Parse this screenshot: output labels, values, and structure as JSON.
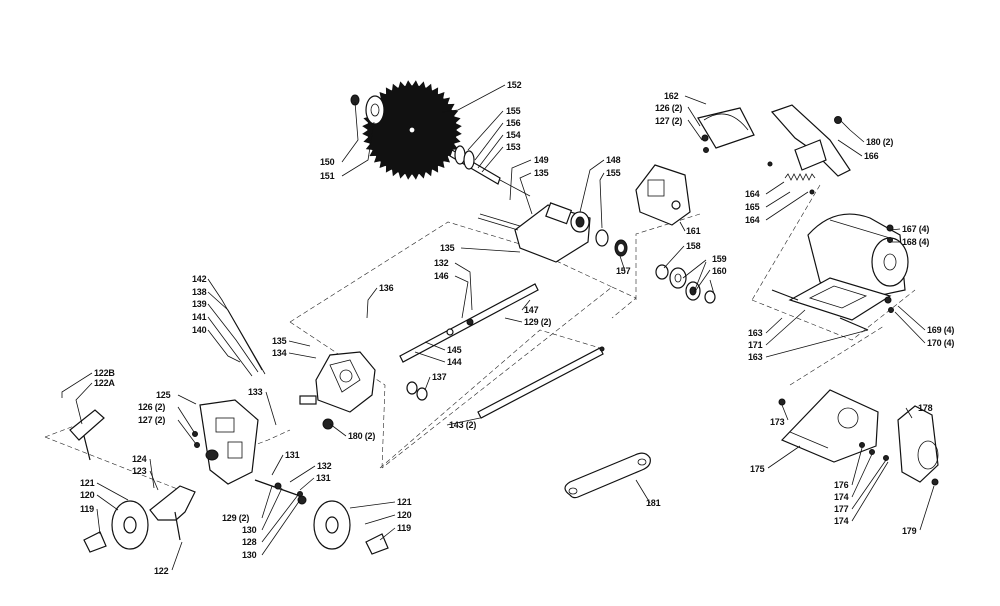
{
  "diagram": {
    "colors": {
      "ink": "#111111",
      "paper": "#ffffff"
    },
    "labels": [
      {
        "id": "l152",
        "text": "152"
      },
      {
        "id": "l155a",
        "text": "155"
      },
      {
        "id": "l156",
        "text": "156"
      },
      {
        "id": "l154",
        "text": "154"
      },
      {
        "id": "l153",
        "text": "153"
      },
      {
        "id": "l149",
        "text": "149"
      },
      {
        "id": "l135a",
        "text": "135"
      },
      {
        "id": "l148",
        "text": "148"
      },
      {
        "id": "l155b",
        "text": "155"
      },
      {
        "id": "l150",
        "text": "150"
      },
      {
        "id": "l151",
        "text": "151"
      },
      {
        "id": "l162",
        "text": "162"
      },
      {
        "id": "l126a",
        "text": "126 (2)"
      },
      {
        "id": "l127a",
        "text": "127 (2)"
      },
      {
        "id": "l180a",
        "text": "180 (2)"
      },
      {
        "id": "l166",
        "text": "166"
      },
      {
        "id": "l164a",
        "text": "164"
      },
      {
        "id": "l165",
        "text": "165"
      },
      {
        "id": "l164b",
        "text": "164"
      },
      {
        "id": "l161",
        "text": "161"
      },
      {
        "id": "l167",
        "text": "167 (4)"
      },
      {
        "id": "l168",
        "text": "168 (4)"
      },
      {
        "id": "l158",
        "text": "158"
      },
      {
        "id": "l159",
        "text": "159"
      },
      {
        "id": "l160",
        "text": "160"
      },
      {
        "id": "l157",
        "text": "157"
      },
      {
        "id": "l135b",
        "text": "135"
      },
      {
        "id": "l132a",
        "text": "132"
      },
      {
        "id": "l146",
        "text": "146"
      },
      {
        "id": "l147",
        "text": "147"
      },
      {
        "id": "l129a",
        "text": "129 (2)"
      },
      {
        "id": "l136",
        "text": "136"
      },
      {
        "id": "l142",
        "text": "142"
      },
      {
        "id": "l138",
        "text": "138"
      },
      {
        "id": "l139",
        "text": "139"
      },
      {
        "id": "l141",
        "text": "141"
      },
      {
        "id": "l140",
        "text": "140"
      },
      {
        "id": "l135c",
        "text": "135"
      },
      {
        "id": "l134",
        "text": "134"
      },
      {
        "id": "l145",
        "text": "145"
      },
      {
        "id": "l144",
        "text": "144"
      },
      {
        "id": "l137",
        "text": "137"
      },
      {
        "id": "l163a",
        "text": "163"
      },
      {
        "id": "l171",
        "text": "171"
      },
      {
        "id": "l163b",
        "text": "163"
      },
      {
        "id": "l169",
        "text": "169 (4)"
      },
      {
        "id": "l170",
        "text": "170 (4)"
      },
      {
        "id": "l122b",
        "text": "122B"
      },
      {
        "id": "l122a",
        "text": "122A"
      },
      {
        "id": "l125",
        "text": "125"
      },
      {
        "id": "l126b",
        "text": "126 (2)"
      },
      {
        "id": "l127b",
        "text": "127 (2)"
      },
      {
        "id": "l133",
        "text": "133"
      },
      {
        "id": "l180b",
        "text": "180 (2)"
      },
      {
        "id": "l143",
        "text": "143 (2)"
      },
      {
        "id": "l124",
        "text": "124"
      },
      {
        "id": "l123",
        "text": "123"
      },
      {
        "id": "l131a",
        "text": "131"
      },
      {
        "id": "l132b",
        "text": "132"
      },
      {
        "id": "l131b",
        "text": "131"
      },
      {
        "id": "l121a",
        "text": "121"
      },
      {
        "id": "l120a",
        "text": "120"
      },
      {
        "id": "l119a",
        "text": "119"
      },
      {
        "id": "l129b",
        "text": "129 (2)"
      },
      {
        "id": "l130a",
        "text": "130"
      },
      {
        "id": "l128",
        "text": "128"
      },
      {
        "id": "l130b",
        "text": "130"
      },
      {
        "id": "l121b",
        "text": "121"
      },
      {
        "id": "l120b",
        "text": "120"
      },
      {
        "id": "l119b",
        "text": "119"
      },
      {
        "id": "l122",
        "text": "122"
      },
      {
        "id": "l181",
        "text": "181"
      },
      {
        "id": "l173",
        "text": "173"
      },
      {
        "id": "l178",
        "text": "178"
      },
      {
        "id": "l175",
        "text": "175"
      },
      {
        "id": "l176",
        "text": "176"
      },
      {
        "id": "l174a",
        "text": "174"
      },
      {
        "id": "l177",
        "text": "177"
      },
      {
        "id": "l174b",
        "text": "174"
      },
      {
        "id": "l179",
        "text": "179"
      }
    ]
  }
}
